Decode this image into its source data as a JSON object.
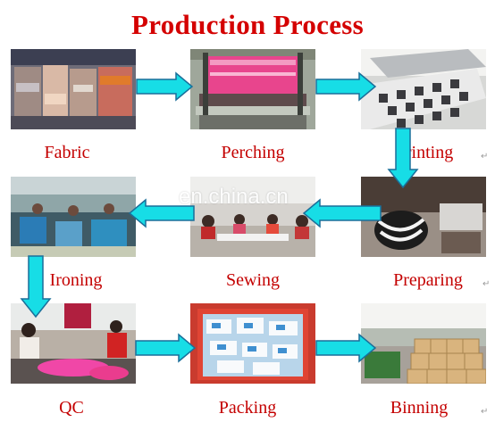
{
  "title": "Production Process",
  "steps": [
    {
      "label": "Fabric",
      "photo": "fabric-rolls-warehouse-photo"
    },
    {
      "label": "Perching",
      "photo": "perching-machine-photo"
    },
    {
      "label": "Printing",
      "photo": "printing-machine-photo"
    },
    {
      "label": "Sewing",
      "photo": "sewing-workshop-photo"
    },
    {
      "label": "Preparing",
      "photo": "preparing-fabric-photo"
    },
    {
      "label": "Ironing",
      "photo": "ironing-station-photo"
    },
    {
      "label": "QC",
      "photo": "quality-control-photo"
    },
    {
      "label": "Packing",
      "photo": "packing-crate-photo"
    },
    {
      "label": "Binning",
      "photo": "binning-warehouse-photo"
    }
  ],
  "return_mark": "↵",
  "watermark": "en.china.cn",
  "colors": {
    "title": "#d40000",
    "caption": "#c40000",
    "arrow": "#17dde6",
    "arrow_stroke": "#1a6f9a"
  }
}
